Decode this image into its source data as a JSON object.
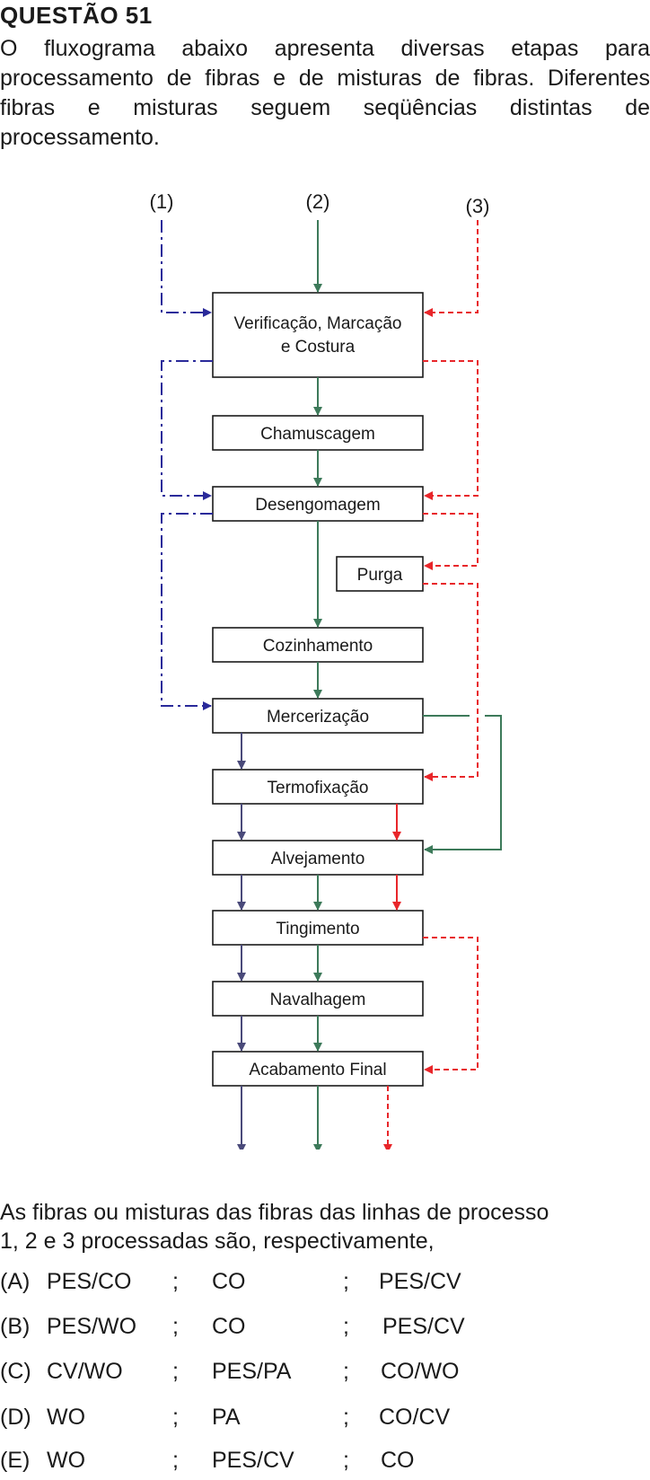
{
  "question": {
    "title": "QUESTÃO 51",
    "intro_lines": [
      "O fluxograma abaixo apresenta diversas etapas para",
      "processamento de fibras e de misturas de fibras. Diferentes",
      "fibras e misturas seguem seqüências distintas de",
      "processamento."
    ]
  },
  "flowchart": {
    "line_labels": [
      "(1)",
      "(2)",
      "(3)"
    ],
    "steps": [
      [
        "Verificação, Marcação",
        "e Costura"
      ],
      [
        "Chamuscagem"
      ],
      [
        "Desengomagem"
      ],
      [
        "Purga"
      ],
      [
        "Cozinhamento"
      ],
      [
        "Mercerização"
      ],
      [
        "Termofixação"
      ],
      [
        "Alvejamento"
      ],
      [
        "Tingimento"
      ],
      [
        "Navalhagem"
      ],
      [
        "Acabamento Final"
      ]
    ],
    "colors": {
      "line1": "#2a2a9a",
      "line2": "#3d7a5a",
      "line3": "#e8262a",
      "mixed": "#4a4a7a",
      "box": "#1a1a1a"
    }
  },
  "prompt_lines": [
    "As fibras ou misturas das fibras das linhas de processo",
    "1, 2 e 3 processadas são, respectivamente,"
  ],
  "options": [
    {
      "letter": "(A)",
      "a": "PES/CO",
      "b": "CO",
      "c": "PES/CV"
    },
    {
      "letter": "(B)",
      "a": "PES/WO",
      "b": "CO",
      "c": "PES/CV"
    },
    {
      "letter": "(C)",
      "a": "CV/WO",
      "b": "PES/PA",
      "c": "CO/WO"
    },
    {
      "letter": "(D)",
      "a": "WO",
      "b": "PA",
      "c": "CO/CV"
    },
    {
      "letter": "(E)",
      "a": "WO",
      "b": "PES/CV",
      "c": "CO"
    }
  ],
  "separator": ";"
}
